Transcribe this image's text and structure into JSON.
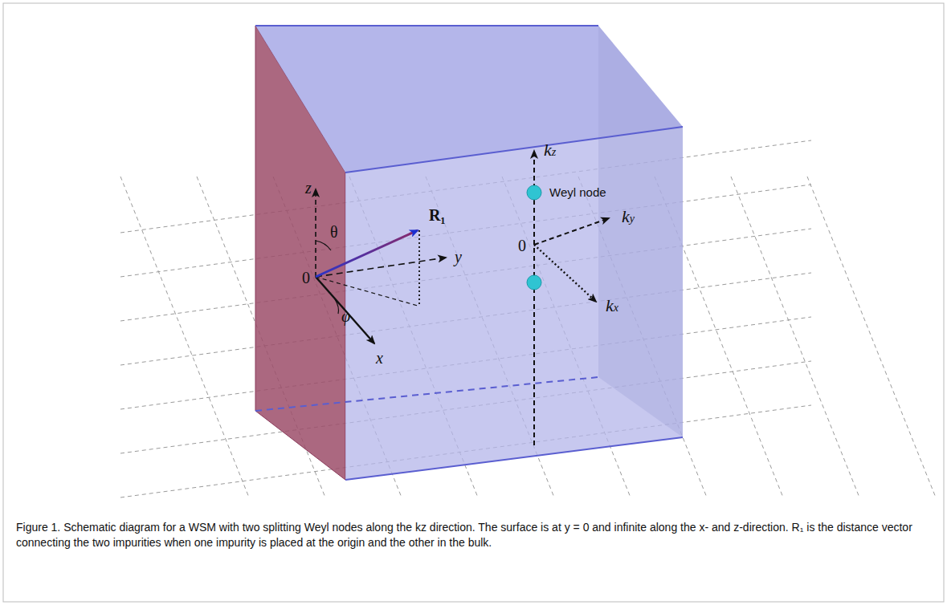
{
  "diagram": {
    "caption": "Figure 1. Schematic diagram for a WSM with two splitting Weyl nodes along the kz direction. The surface is at y = 0 and infinite along the x- and z-direction. R₁ is the distance vector connecting the two impurities when one impurity is placed at the origin and the other in the bulk.",
    "labels": [
      "z",
      "θ",
      "R₁",
      "y",
      "0",
      "φ",
      "x",
      "kz",
      "Weyl node",
      "0",
      "ky",
      "kx"
    ]
  }
}
